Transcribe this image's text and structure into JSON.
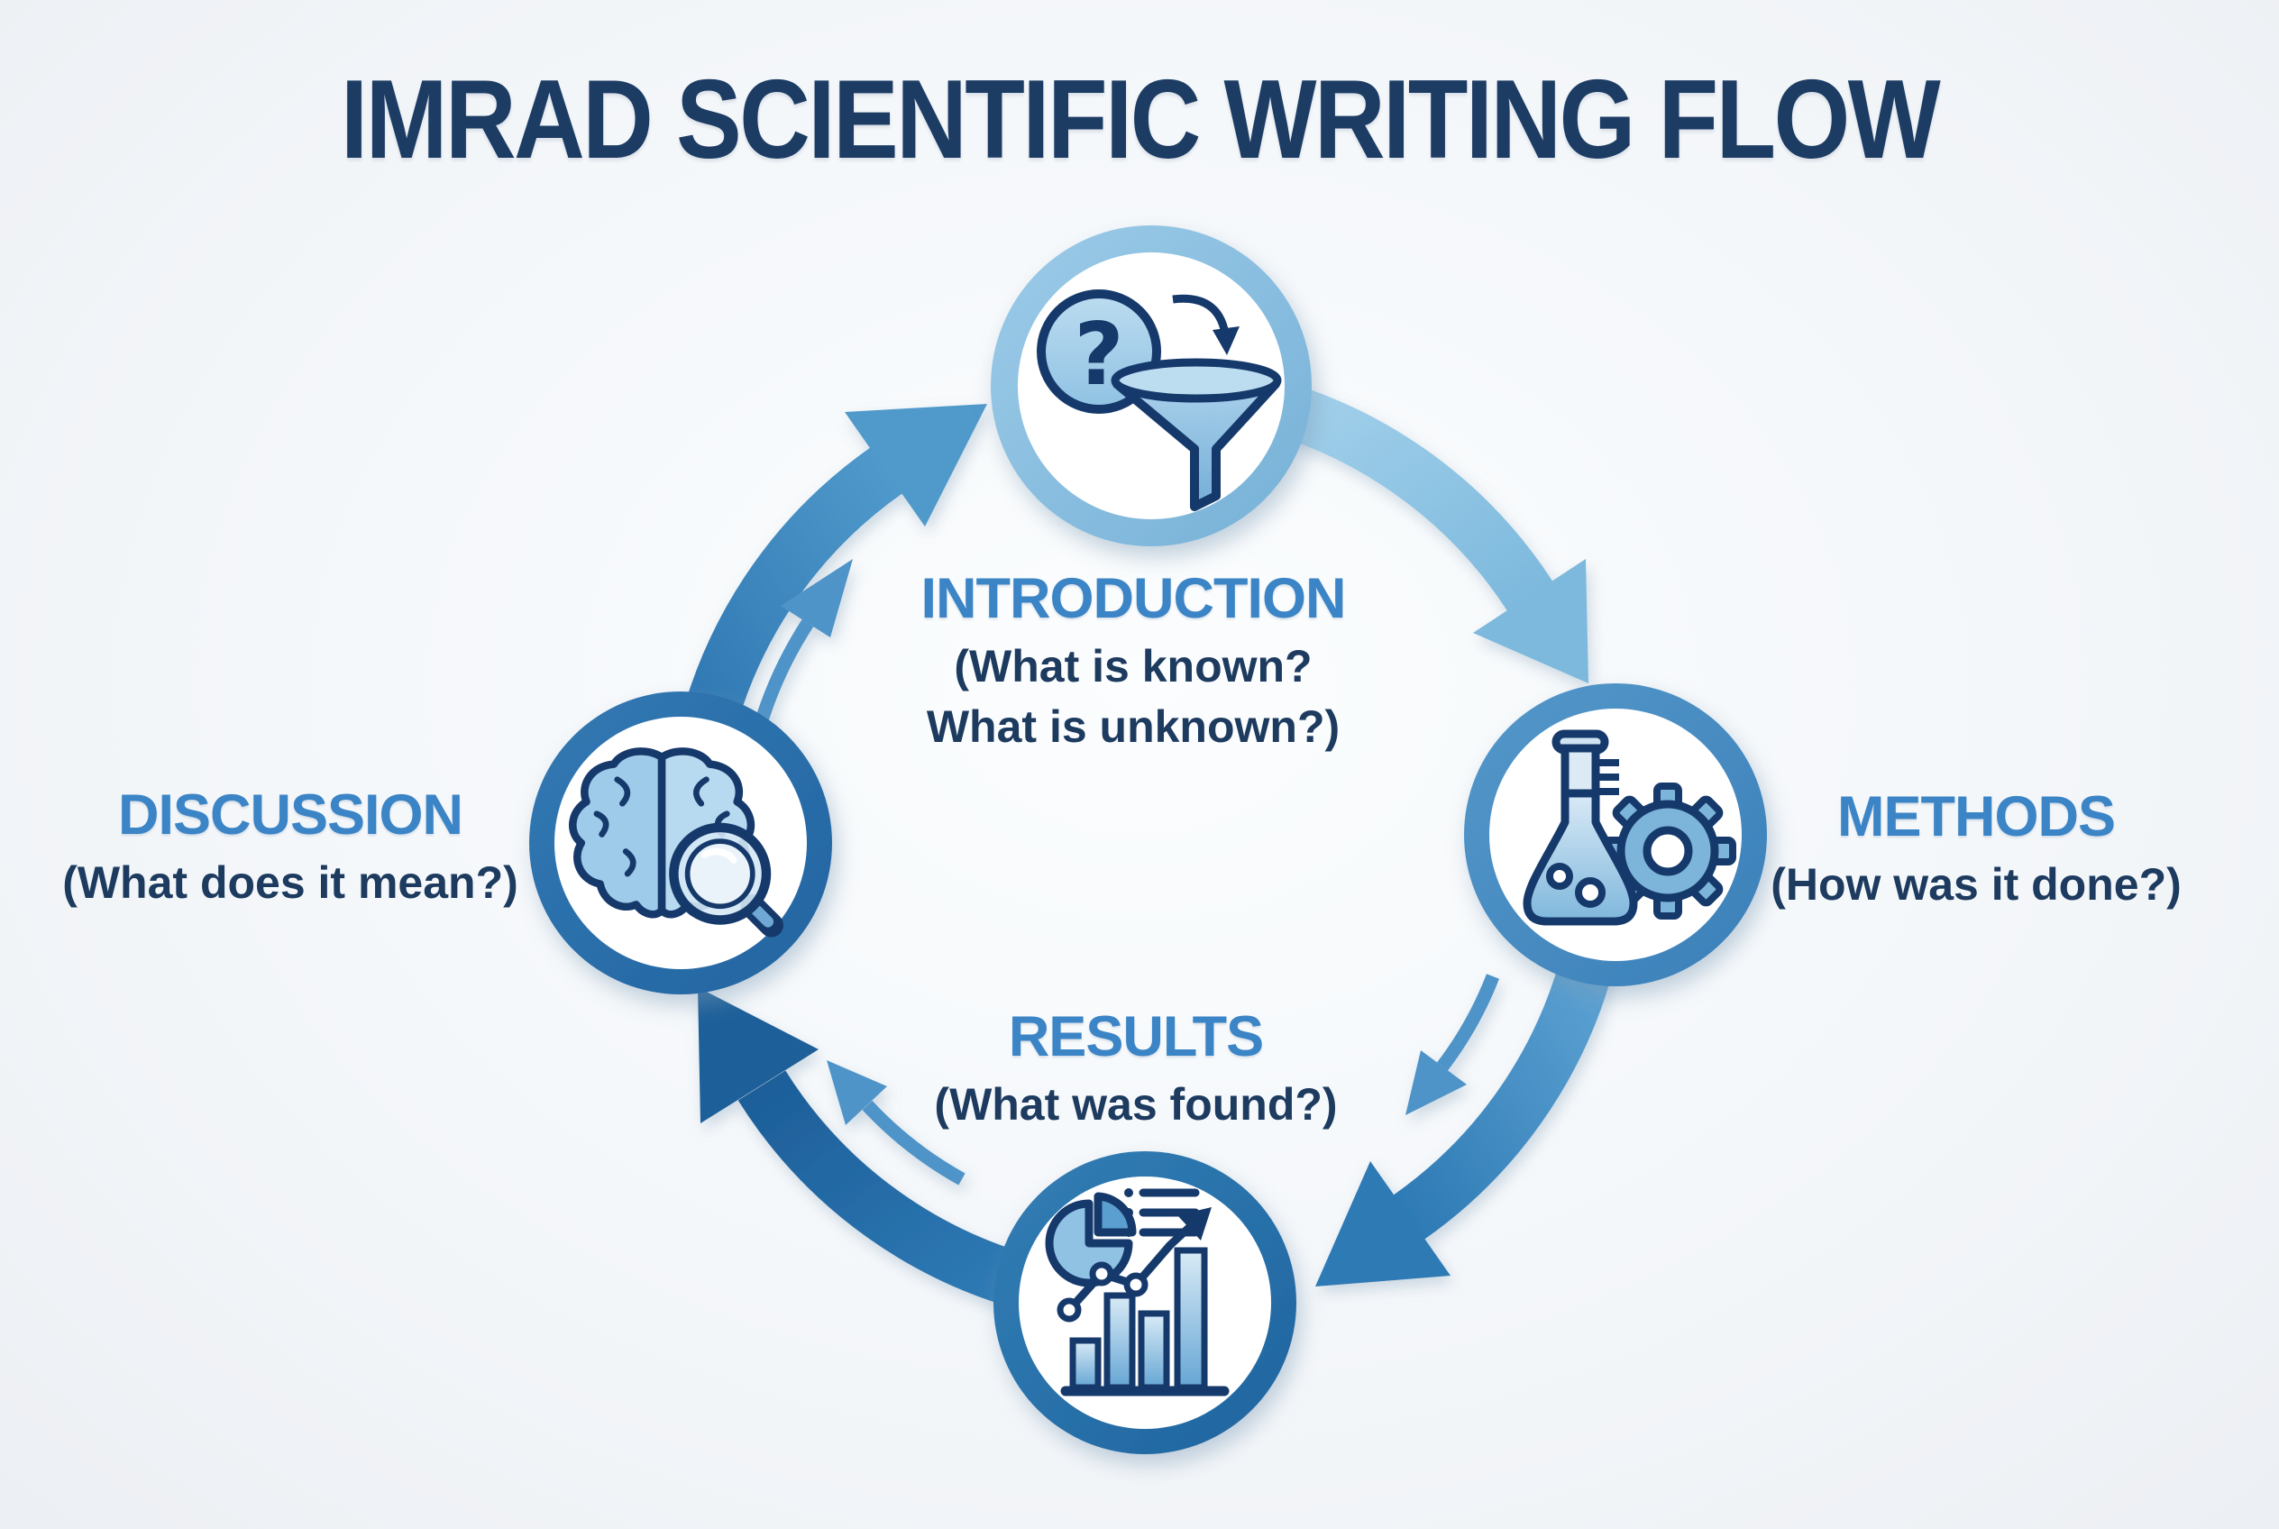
{
  "title": "IMRAD SCIENTIFIC WRITING FLOW",
  "nodes": [
    {
      "id": "introduction",
      "label": "INTRODUCTION",
      "sublines": [
        "(What is known?",
        "What is unknown?)"
      ],
      "icon": "question-funnel-icon",
      "icon_glyph": "?",
      "ring_color": "#8cc0e1"
    },
    {
      "id": "methods",
      "label": "METHODS",
      "sublines": [
        "(How was it done?)"
      ],
      "icon": "flask-gear-icon",
      "ring_color": "#4a8fc3"
    },
    {
      "id": "results",
      "label": "RESULTS",
      "sublines": [
        "(What was found?)"
      ],
      "icon": "analytics-chart-icon",
      "ring_color": "#2a77b0"
    },
    {
      "id": "discussion",
      "label": "DISCUSSION",
      "sublines": [
        "(What does it mean?)"
      ],
      "icon": "brain-magnifier-icon",
      "ring_color": "#2d74ae"
    }
  ],
  "flow": {
    "direction": "clockwise",
    "arrows": [
      {
        "from": "introduction",
        "to": "methods",
        "color": "#7db9dd"
      },
      {
        "from": "methods",
        "to": "results",
        "color": "#2e7ab5"
      },
      {
        "from": "results",
        "to": "discussion",
        "color": "#1d5e99"
      },
      {
        "from": "discussion",
        "to": "introduction",
        "color": "#4f99cb"
      }
    ]
  },
  "colors": {
    "background": "#f2f4f7",
    "title_text": "#1d3c64",
    "node_label": "#3b84c6",
    "node_sublabel": "#1d3a5f",
    "icon_outline": "#16396b",
    "inner_arrow": "#4f94c8"
  }
}
